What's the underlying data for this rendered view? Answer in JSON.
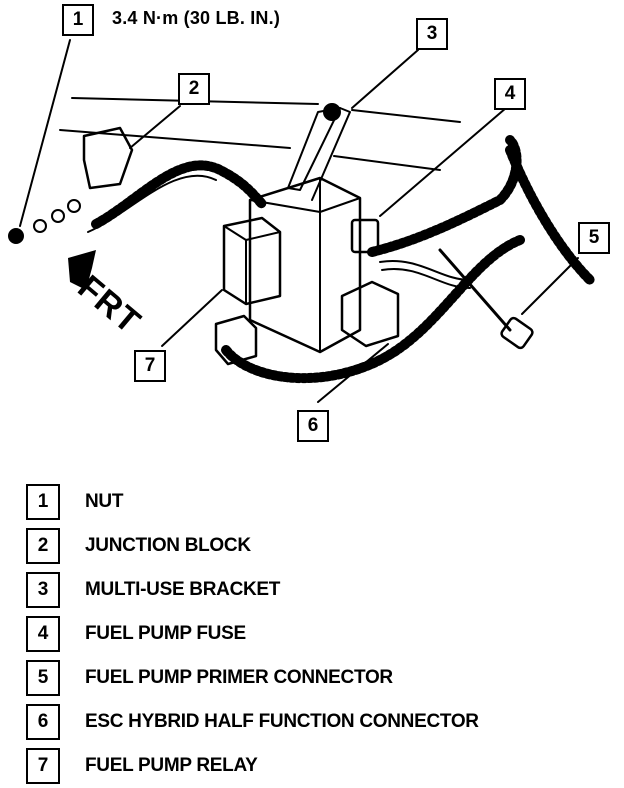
{
  "torque_spec": "3.4 N·m (30 LB. IN.)",
  "direction_label": "FRT",
  "callouts": [
    "1",
    "2",
    "3",
    "4",
    "5",
    "6",
    "7"
  ],
  "legend": [
    {
      "number": "1",
      "label": "NUT"
    },
    {
      "number": "2",
      "label": "JUNCTION BLOCK"
    },
    {
      "number": "3",
      "label": "MULTI-USE BRACKET"
    },
    {
      "number": "4",
      "label": "FUEL PUMP FUSE"
    },
    {
      "number": "5",
      "label": "FUEL PUMP PRIMER CONNECTOR"
    },
    {
      "number": "6",
      "label": "ESC HYBRID HALF FUNCTION CONNECTOR"
    },
    {
      "number": "7",
      "label": "FUEL PUMP RELAY"
    }
  ]
}
